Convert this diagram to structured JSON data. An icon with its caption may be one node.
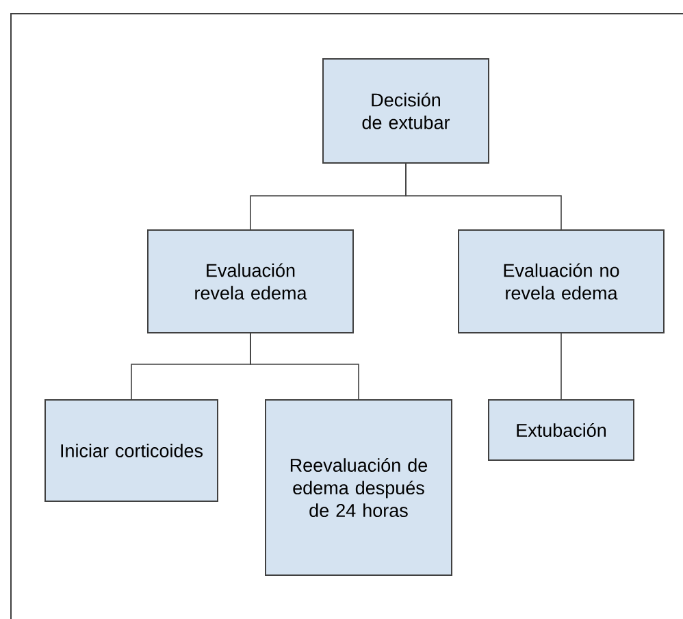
{
  "diagram": {
    "nodes": [
      {
        "text": [
          "Decisión de extubar"
        ]
      },
      {
        "text": [
          "Evaluación revela edema"
        ]
      },
      {
        "text": [
          "Evaluación no revela edema"
        ]
      },
      {
        "text": [
          "Iniciar corticoides"
        ]
      },
      {
        "text": [
          "Reevaluación de edema después de 24 horas"
        ]
      },
      {
        "text": [
          "Extubación"
        ]
      }
    ],
    "edges": [
      {
        "from": 0,
        "to": 1,
        "arrow": "none"
      },
      {
        "from": 0,
        "to": 2,
        "arrow": "none"
      },
      {
        "from": 1,
        "to": 3,
        "arrow": "none"
      },
      {
        "from": 1,
        "to": 4,
        "arrow": "none"
      },
      {
        "from": 2,
        "to": 5,
        "arrow": "none"
      }
    ]
  }
}
